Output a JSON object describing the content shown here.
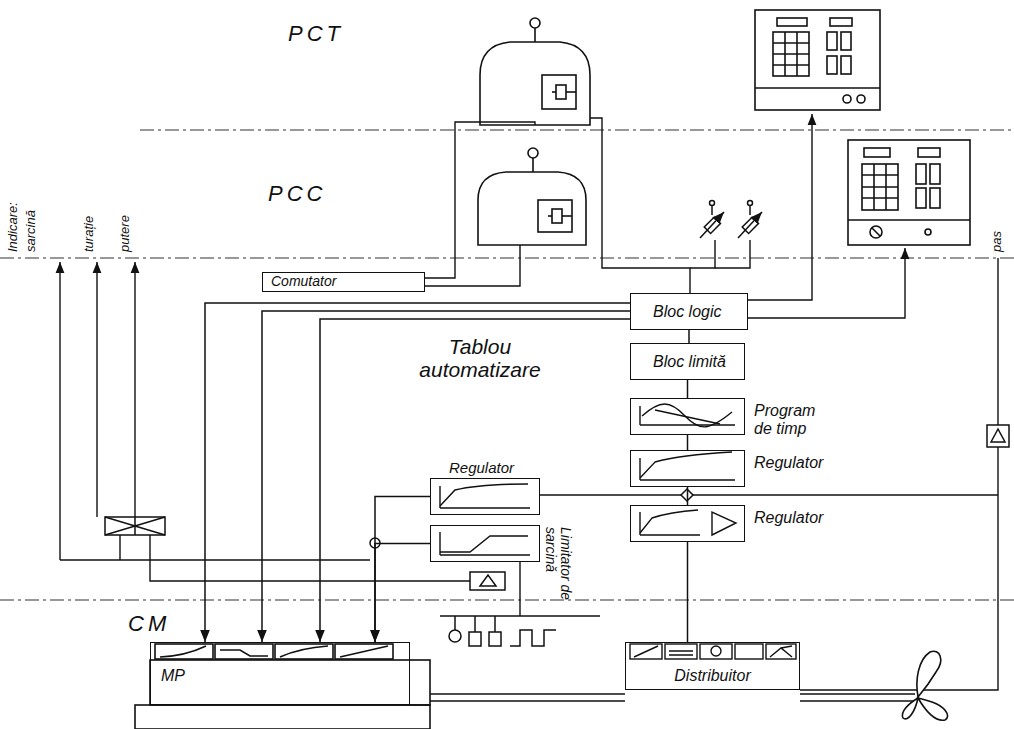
{
  "diagram": {
    "nodes": [
      {
        "text": [
          "Comutator"
        ]
      },
      {
        "text": [
          "Bloc logic"
        ]
      },
      {
        "text": [
          "Bloc limită"
        ]
      },
      {
        "text": [
          "Program de timp"
        ]
      },
      {
        "text": [
          "Regulator"
        ]
      },
      {
        "text": [
          "Regulator"
        ]
      },
      {
        "text": [
          "Regulator"
        ]
      },
      {
        "text": [
          "Limitator de sarcină"
        ]
      },
      {
        "text": [
          "MP"
        ]
      },
      {
        "text": [
          "Distribuitor"
        ]
      }
    ],
    "edges": [
      {
        "from": 1,
        "to": 2,
        "arrow": "none"
      },
      {
        "from": 2,
        "to": 3,
        "arrow": "none"
      },
      {
        "from": 3,
        "to": 4,
        "arrow": "none"
      },
      {
        "from": 4,
        "to": 5,
        "arrow": "none"
      },
      {
        "from": 5,
        "to": 9,
        "arrow": "none"
      },
      {
        "from": 1,
        "to": 8,
        "arrow": "to"
      },
      {
        "from": 1,
        "to": 8,
        "arrow": "to"
      },
      {
        "from": 1,
        "to": 8,
        "arrow": "to"
      },
      {
        "from": 6,
        "to": 8,
        "arrow": "to"
      },
      {
        "from": 7,
        "to": 8,
        "arrow": "to"
      }
    ],
    "labels": [
      "PCT",
      "PCC",
      "CM",
      "Indicare:",
      "sarcină",
      "turație",
      "putere",
      "Tablou automatizare",
      "pas"
    ]
  }
}
